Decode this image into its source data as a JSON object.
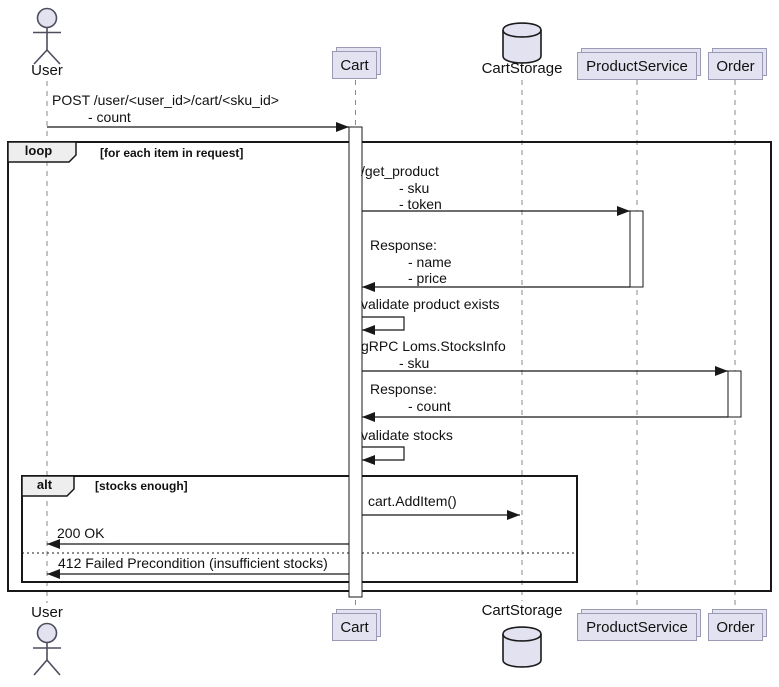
{
  "colors": {
    "participant_fill": "#E2E2F0",
    "participant_border": "#9A9AB4",
    "frame_label_fill": "#EEEEEE",
    "line_color": "#181818",
    "lifeline_color": "#888888",
    "text_color": "#111111",
    "background": "#FFFFFF"
  },
  "participants": {
    "user": {
      "label": "User",
      "type": "actor"
    },
    "cart": {
      "label": "Cart",
      "type": "collections"
    },
    "cart_storage": {
      "label": "CartStorage",
      "type": "database"
    },
    "product_service": {
      "label": "ProductService",
      "type": "collections"
    },
    "order": {
      "label": "Order",
      "type": "collections"
    }
  },
  "frames": {
    "loop": {
      "operator": "loop",
      "guard": "[for each item in request]"
    },
    "alt": {
      "operator": "alt",
      "guard": "[stocks enough]"
    }
  },
  "messages": [
    {
      "from": "User",
      "to": "Cart",
      "lines": [
        "POST /user/<user_id>/cart/<sku_id>",
        "- count"
      ]
    },
    {
      "from": "Cart",
      "to": "ProductService",
      "lines": [
        "/get_product",
        "- sku",
        "- token"
      ]
    },
    {
      "from": "ProductService",
      "to": "Cart",
      "lines": [
        "Response:",
        "- name",
        "- price"
      ]
    },
    {
      "from": "Cart",
      "to": "Cart",
      "lines": [
        "validate product exists"
      ]
    },
    {
      "from": "Cart",
      "to": "Order",
      "lines": [
        "gRPC Loms.StocksInfo",
        "- sku"
      ]
    },
    {
      "from": "Order",
      "to": "Cart",
      "lines": [
        "Response:",
        "- count"
      ]
    },
    {
      "from": "Cart",
      "to": "Cart",
      "lines": [
        "validate stocks"
      ]
    },
    {
      "from": "Cart",
      "to": "CartStorage",
      "lines": [
        "cart.AddItem()"
      ]
    },
    {
      "from": "Cart",
      "to": "User",
      "lines": [
        "200 OK"
      ]
    },
    {
      "from": "Cart",
      "to": "User",
      "lines": [
        "412 Failed Precondition (insufficient stocks)"
      ]
    }
  ]
}
